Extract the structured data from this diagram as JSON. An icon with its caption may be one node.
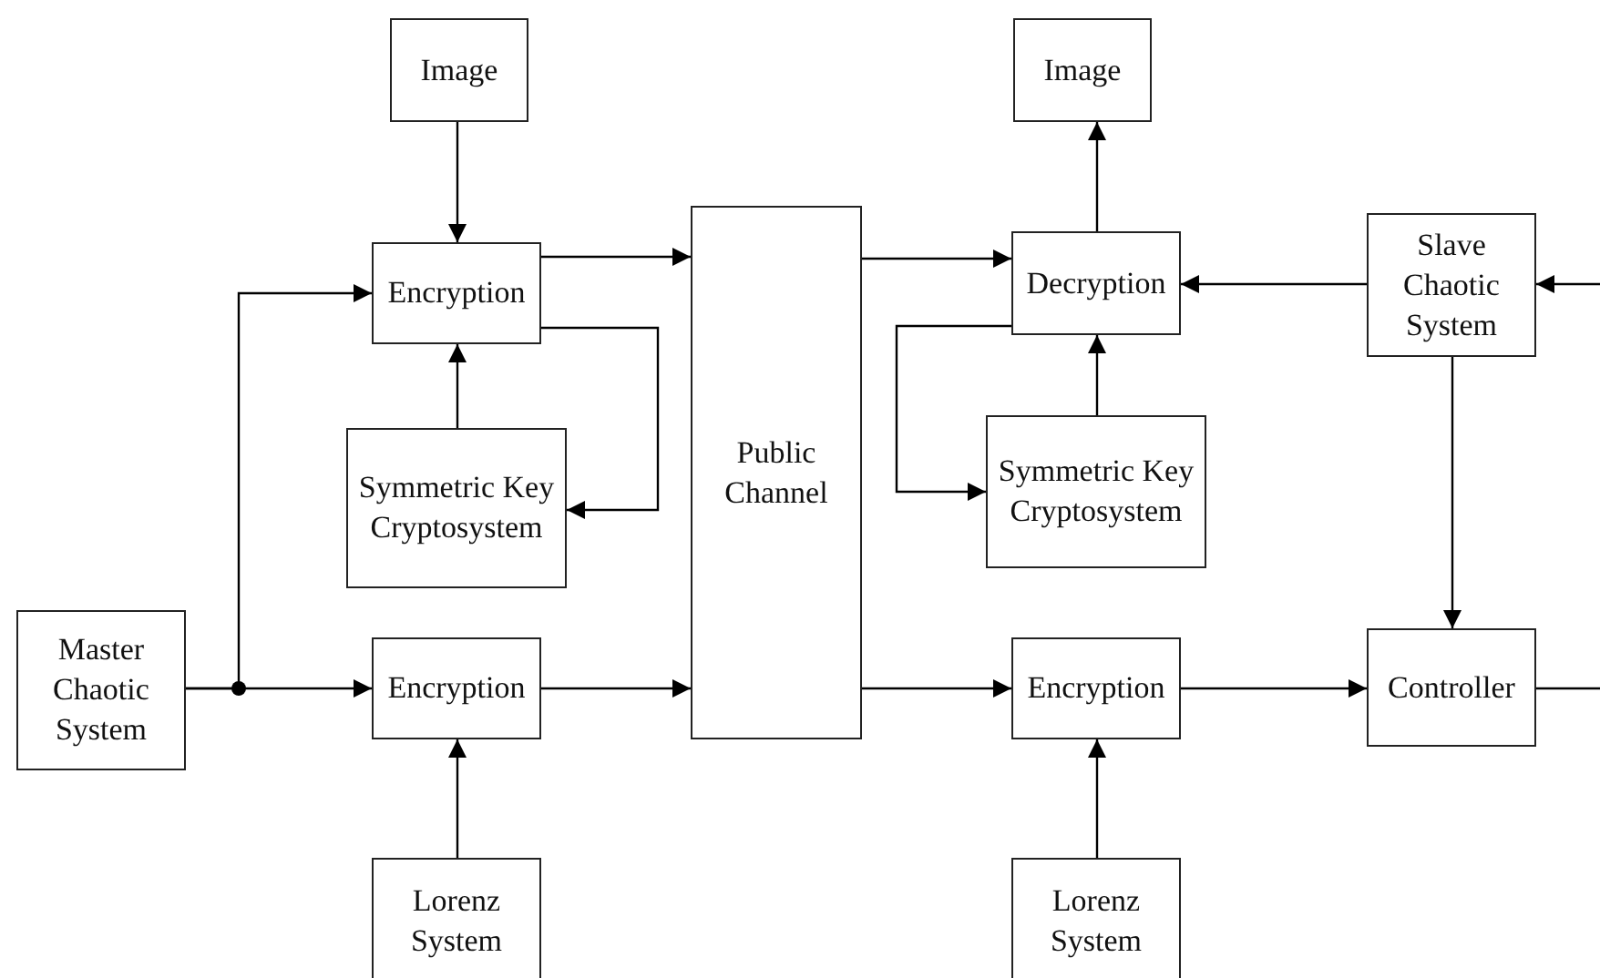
{
  "diagram": {
    "nodes": [
      {
        "text": [
          "Image"
        ]
      },
      {
        "text": [
          "Image"
        ]
      },
      {
        "text": [
          "Encryption"
        ]
      },
      {
        "text": [
          "Public Channel"
        ]
      },
      {
        "text": [
          "Decryption"
        ]
      },
      {
        "text": [
          "Slave Chaotic System"
        ]
      },
      {
        "text": [
          "Symmetric Key Cryptosystem"
        ]
      },
      {
        "text": [
          "Symmetric Key Cryptosystem"
        ]
      },
      {
        "text": [
          "Master Chaotic System"
        ]
      },
      {
        "text": [
          "Encryption"
        ]
      },
      {
        "text": [
          "Encryption"
        ]
      },
      {
        "text": [
          "Controller"
        ]
      },
      {
        "text": [
          "Lorenz System"
        ]
      },
      {
        "text": [
          "Lorenz System"
        ]
      }
    ],
    "edges": [
      {
        "from": 0,
        "to": 2,
        "arrow": "to"
      },
      {
        "from": 2,
        "to": 3,
        "arrow": "to"
      },
      {
        "from": 2,
        "to": 6,
        "arrow": "to"
      },
      {
        "from": 6,
        "to": 2,
        "arrow": "to"
      },
      {
        "from": 8,
        "to": 2,
        "arrow": "to"
      },
      {
        "from": 8,
        "to": 9,
        "arrow": "to"
      },
      {
        "from": 9,
        "to": 3,
        "arrow": "to"
      },
      {
        "from": 3,
        "to": 4,
        "arrow": "to"
      },
      {
        "from": 4,
        "to": 1,
        "arrow": "to"
      },
      {
        "from": 5,
        "to": 4,
        "arrow": "to"
      },
      {
        "from": 4,
        "to": 7,
        "arrow": "to"
      },
      {
        "from": 7,
        "to": 4,
        "arrow": "to"
      },
      {
        "from": 5,
        "to": 11,
        "arrow": "to"
      },
      {
        "from": 3,
        "to": 10,
        "arrow": "to"
      },
      {
        "from": 10,
        "to": 11,
        "arrow": "to"
      },
      {
        "from": 12,
        "to": 9,
        "arrow": "to"
      },
      {
        "from": 13,
        "to": 10,
        "arrow": "to"
      },
      {
        "from": null,
        "to": 5,
        "arrow": "to"
      },
      {
        "from": 11,
        "to": null,
        "arrow": "none"
      }
    ]
  }
}
